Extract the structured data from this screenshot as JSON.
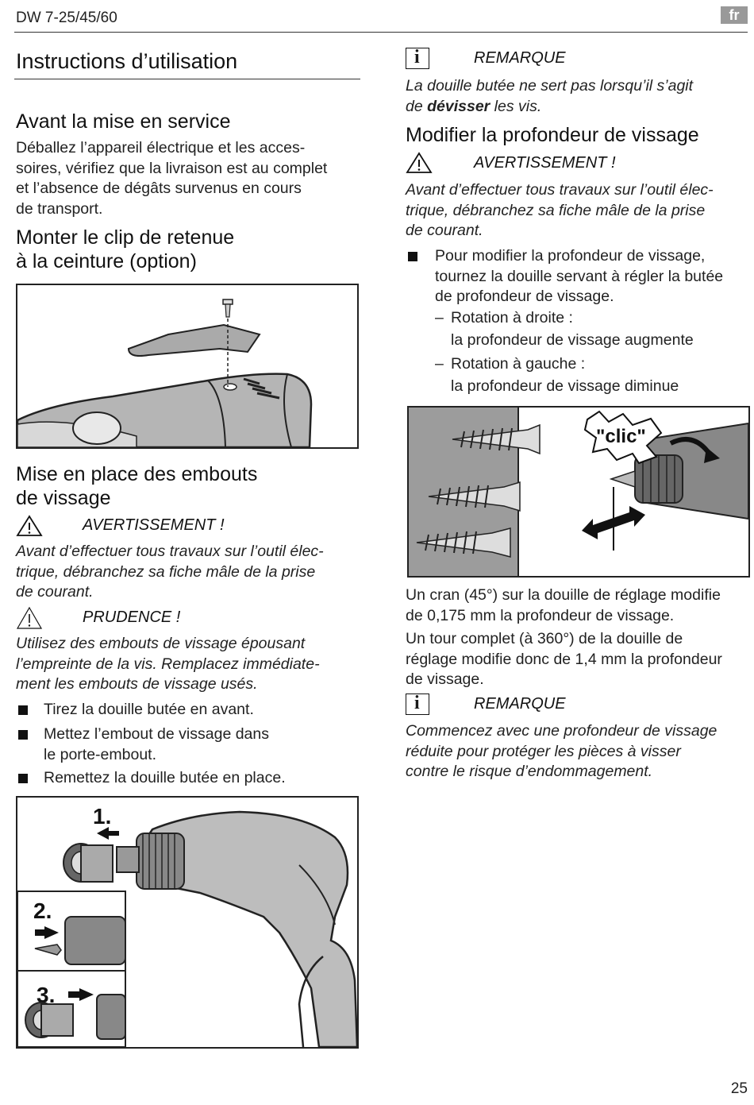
{
  "header": {
    "model": "DW 7-25/45/60",
    "lang": "fr"
  },
  "left": {
    "title": "Instructions d’utilisation",
    "section1": {
      "heading": "Avant la mise en service",
      "lines": [
        "Déballez l’appareil électrique et les acces-",
        "soires, vérifiez que la livraison est au complet",
        "et l’absence de dégâts survenus en cours",
        "de transport."
      ]
    },
    "section2": {
      "heading_line1": "Monter le clip de retenue",
      "heading_line2": "à la ceinture (option)"
    },
    "section3": {
      "heading_line1": "Mise en place des embouts",
      "heading_line2": "de vissage",
      "warning_label": "AVERTISSEMENT !",
      "warning_lines": [
        "Avant d’effectuer tous travaux sur l’outil élec-",
        "trique, débranchez sa fiche mâle de la prise",
        "de courant."
      ],
      "caution_label": "PRUDENCE !",
      "caution_lines": [
        "Utilisez des embouts de vissage épousant",
        "l’empreinte de la vis. Remplacez immédiate-",
        "ment les embouts de vissage usés."
      ],
      "bullet1": "Tirez la douille butée en avant.",
      "bullet2_line1": "Mettez l’embout de vissage dans",
      "bullet2_line2": "le porte-embout.",
      "bullet3": "Remettez la douille butée en place.",
      "step1": "1.",
      "step2": "2.",
      "step3": "3."
    }
  },
  "right": {
    "note1": {
      "label": "REMARQUE",
      "line1": "La douille butée ne sert pas lorsqu’il s’agit",
      "line2_pre": "de ",
      "line2_bold": "dévisser",
      "line2_post": " les vis."
    },
    "section4": {
      "heading": "Modifier la profondeur de vissage",
      "warning_label": "AVERTISSEMENT !",
      "warning_lines": [
        "Avant d’effectuer tous travaux sur l’outil élec-",
        "trique, débranchez sa fiche mâle de la prise",
        "de courant."
      ],
      "bullet_lines": [
        "Pour modifier la profondeur de vissage,",
        "tournez la douille servant à régler la butée",
        "de profondeur de vissage."
      ],
      "dash1_title": "Rotation à droite :",
      "dash1_text": "la profondeur de vissage augmente",
      "dash2_title": "Rotation à gauche :",
      "dash2_text": "la profondeur de vissage diminue",
      "clic": "\"clic\"",
      "para1_lines": [
        "Un cran (45°) sur la douille de réglage modifie",
        "de 0,175 mm la profondeur de vissage."
      ],
      "para2_lines": [
        "Un tour complet (à 360°) de la douille de",
        "réglage modifie donc de 1,4 mm la profondeur",
        "de vissage."
      ]
    },
    "note2": {
      "label": "REMARQUE",
      "lines": [
        "Commencez avec une profondeur de vissage",
        "réduite pour protéger les pièces à visser",
        "contre le risque d’endommagement."
      ]
    }
  },
  "footer": {
    "page": "25"
  }
}
